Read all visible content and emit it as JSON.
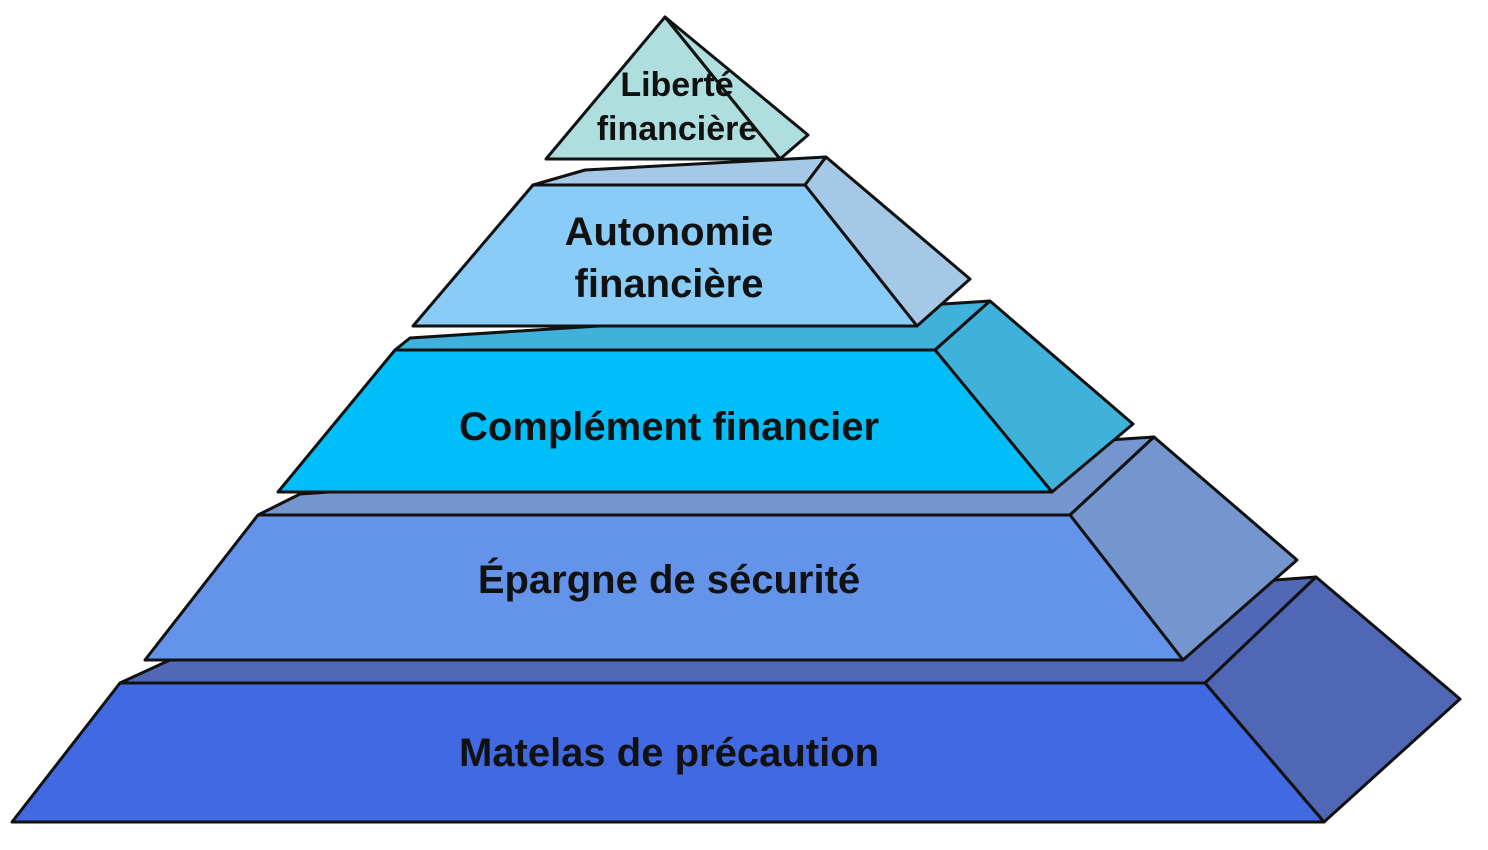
{
  "levels": [
    {
      "id": "liberte",
      "label_lines": [
        "Liberté",
        "financière"
      ],
      "colors": {
        "front": "#AEDEDD",
        "top": "#AEDEDD",
        "side": "#AEDEDD"
      }
    },
    {
      "id": "autonomie",
      "label_lines": [
        "Autonomie",
        "financière"
      ],
      "colors": {
        "front": "#8ACCF8",
        "top": "#A5C8E6",
        "side": "#A5C8E6"
      }
    },
    {
      "id": "complement",
      "label_lines": [
        "Complément financier"
      ],
      "colors": {
        "front": "#00BFF8",
        "top": "#3FB1DA",
        "side": "#3FB1DA"
      }
    },
    {
      "id": "epargne",
      "label_lines": [
        "Épargne de sécurité"
      ],
      "colors": {
        "front": "#6494EA",
        "top": "#7595CE",
        "side": "#7595CE"
      }
    },
    {
      "id": "matelas",
      "label_lines": [
        "Matelas de précaution"
      ],
      "colors": {
        "front": "#4169E1",
        "top": "#5068B5",
        "side": "#4F67B4"
      }
    }
  ]
}
